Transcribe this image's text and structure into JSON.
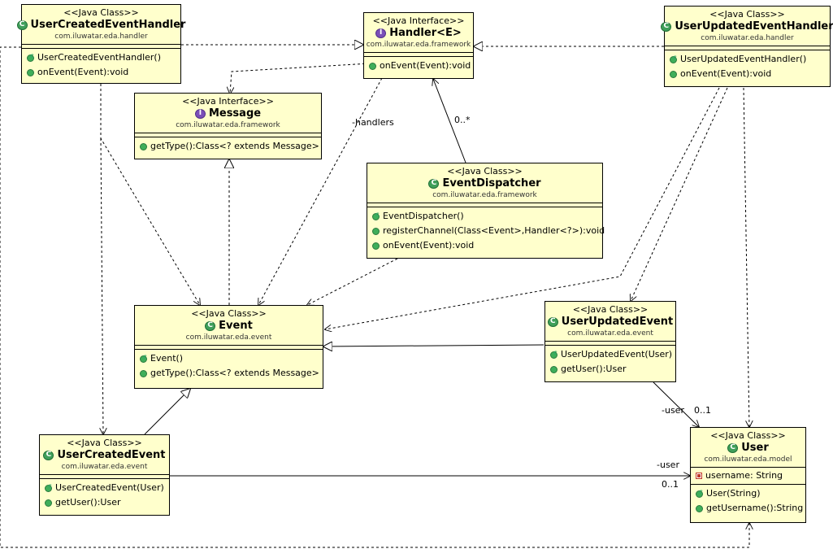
{
  "boxes": {
    "uceh": {
      "stereotype": "<<Java Class>>",
      "name": "UserCreatedEventHandler",
      "package": "com.iluwatar.eda.handler",
      "members": [
        {
          "kind": "ctor",
          "text": "UserCreatedEventHandler()"
        },
        {
          "kind": "method",
          "text": "onEvent(Event):void"
        }
      ]
    },
    "handler": {
      "stereotype": "<<Java Interface>>",
      "name": "Handler<E>",
      "package": "com.iluwatar.eda.framework",
      "members": [
        {
          "kind": "method",
          "text": "onEvent(Event):void"
        }
      ]
    },
    "ueh": {
      "stereotype": "<<Java Class>>",
      "name": "UserUpdatedEventHandler",
      "package": "com.iluwatar.eda.handler",
      "members": [
        {
          "kind": "ctor",
          "text": "UserUpdatedEventHandler()"
        },
        {
          "kind": "method",
          "text": "onEvent(Event):void"
        }
      ]
    },
    "message": {
      "stereotype": "<<Java Interface>>",
      "name": "Message",
      "package": "com.iluwatar.eda.framework",
      "members": [
        {
          "kind": "method",
          "text": "getType():Class<? extends Message>"
        }
      ]
    },
    "dispatcher": {
      "stereotype": "<<Java Class>>",
      "name": "EventDispatcher",
      "package": "com.iluwatar.eda.framework",
      "members": [
        {
          "kind": "ctor",
          "text": "EventDispatcher()"
        },
        {
          "kind": "method",
          "text": "registerChannel(Class<Event>,Handler<?>):void"
        },
        {
          "kind": "method",
          "text": "onEvent(Event):void"
        }
      ]
    },
    "event": {
      "stereotype": "<<Java Class>>",
      "name": "Event",
      "package": "com.iluwatar.eda.event",
      "members": [
        {
          "kind": "ctor",
          "text": "Event()"
        },
        {
          "kind": "method",
          "text": "getType():Class<? extends Message>"
        }
      ]
    },
    "uue": {
      "stereotype": "<<Java Class>>",
      "name": "UserUpdatedEvent",
      "package": "com.iluwatar.eda.event",
      "members": [
        {
          "kind": "ctor",
          "text": "UserUpdatedEvent(User)"
        },
        {
          "kind": "method",
          "text": "getUser():User"
        }
      ]
    },
    "uce": {
      "stereotype": "<<Java Class>>",
      "name": "UserCreatedEvent",
      "package": "com.iluwatar.eda.event",
      "members": [
        {
          "kind": "ctor",
          "text": "UserCreatedEvent(User)"
        },
        {
          "kind": "method",
          "text": "getUser():User"
        }
      ]
    },
    "user": {
      "stereotype": "<<Java Class>>",
      "name": "User",
      "package": "com.iluwatar.eda.model",
      "fields": [
        {
          "kind": "private-field",
          "text": "username: String"
        }
      ],
      "members": [
        {
          "kind": "ctor",
          "text": "User(String)"
        },
        {
          "kind": "method",
          "text": "getUsername():String"
        }
      ]
    }
  },
  "labels": {
    "handlers_role": "-handlers",
    "handlers_mult": "0..*",
    "uue_user_role": "-user",
    "uue_user_mult": "0..1",
    "uce_user_role": "-user",
    "uce_user_mult": "0..1"
  },
  "colors": {
    "box_fill": "#ffffcc",
    "class_icon": "#3f9f5a",
    "interface_icon": "#7b4fb8",
    "line": "#000000"
  }
}
